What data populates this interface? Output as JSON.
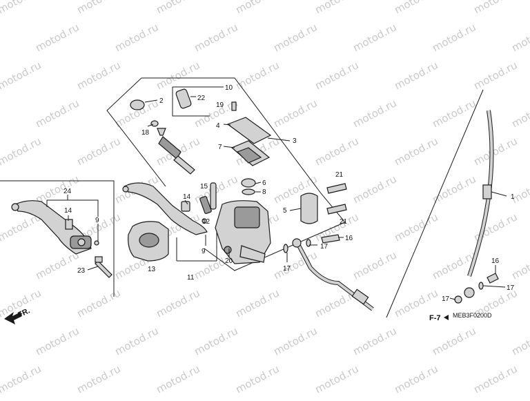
{
  "watermark": "motod.ru",
  "diagram_code": "MEB3F0200D",
  "direction_label": "FR.",
  "page_ref": "F-7",
  "callouts": {
    "c1": "1",
    "c2": "2",
    "c3": "3",
    "c4": "4",
    "c5": "5",
    "c6": "6",
    "c7": "7",
    "c8": "8",
    "c9a": "9",
    "c9b": "9",
    "c10": "10",
    "c11": "11",
    "c12": "12",
    "c13": "13",
    "c14a": "14",
    "c14b": "14",
    "c15": "15",
    "c16a": "16",
    "c16b": "16",
    "c17a": "17",
    "c17b": "17",
    "c17c": "17",
    "c17d": "17",
    "c18": "18",
    "c19": "19",
    "c20": "20",
    "c21a": "21",
    "c21b": "21",
    "c22": "22",
    "c23": "23",
    "c24": "24"
  }
}
